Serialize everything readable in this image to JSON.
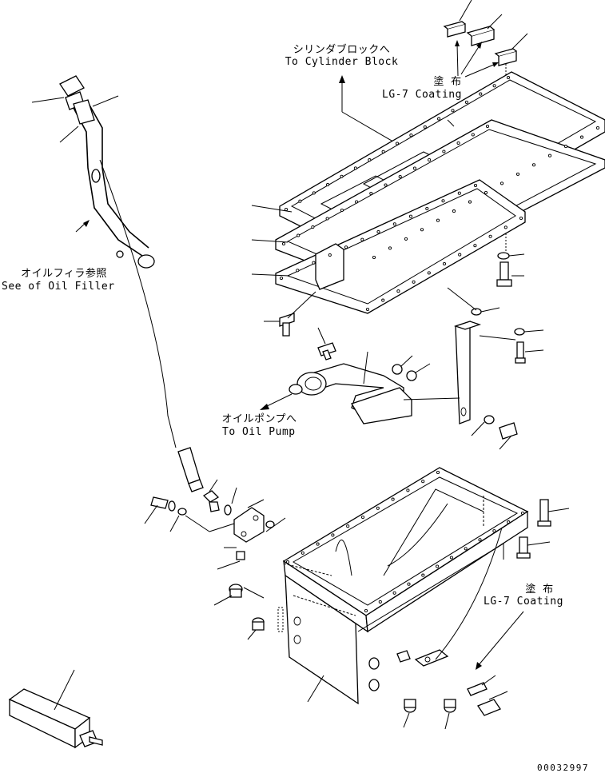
{
  "labels": {
    "to_cylinder_block_jp": "シリンダブロックへ",
    "to_cylinder_block_en": "To Cylinder Block",
    "coating_top_jp": "塗 布",
    "coating_top_en": "LG-7 Coating",
    "oil_filler_jp": "オイルフィラ参照",
    "oil_filler_en": "See of Oil Filler",
    "to_oil_pump_jp": "オイルポンプへ",
    "to_oil_pump_en": "To Oil Pump",
    "coating_bottom_jp": "塗 布",
    "coating_bottom_en": "LG-7 Coating",
    "drawing_number": "00032997"
  }
}
